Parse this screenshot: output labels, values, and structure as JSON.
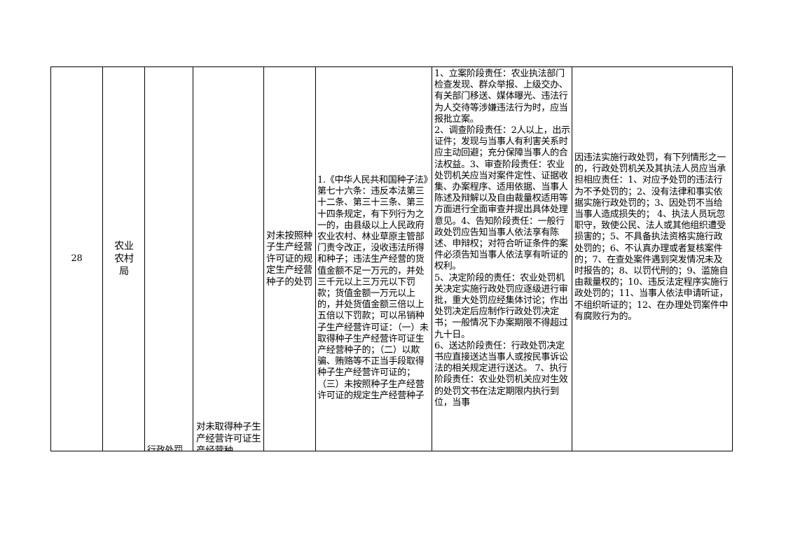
{
  "row": {
    "number": "28",
    "department": "农业农村局",
    "type_fragment": "行政处罚",
    "item_name_fragment": "对未取得种子生产经营许可证生产经营种",
    "sub_item": "对未按照种子生产经营许可证的规定生产经营种子的处罚",
    "basis": "1.《中华人民共和国种子法》第七十六条：违反本法第三十二条、第三十三条、第三十四条规定，有下列行为之一的，由县级以上人民政府农业农村、林业草原主管部门责令改正，没收违法所得和种子；违法生产经营的货值金额不足一万元的，并处三千元以上三万元以下罚款；货值金额一万元以上的，并处货值金额三倍以上五倍以下罚款；可以吊销种子生产经营许可证：（一）未取得种子生产经营许可证生产经营种子的；（二）以欺骗、贿赂等不正当手段取得种子生产经营许可证的；（三）未按照种子生产经营许可证的规定生产经营种子",
    "responsibility": [
      "1、立案阶段责任：农业执法部门检查发现、群众举报、上级交办、有关部门移送、媒体曝光、违法行为人交待等涉嫌违法行为时，应当报批立案。",
      "2、调查阶段责任：2人以上，出示证件；发现与当事人有利害关系时应主动回避；充分保障当事人的合法权益。3、审查阶段责任：农业处罚机关应当对案件定性、证据收集、办案程序、适用依据、当事人陈述及辩解以及自由裁量权适用等方面进行全面审查并提出具体处理意见。4、告知阶段责任：一般行政处罚应告知当事人依法享有陈述、申辩权；对符合听证条件的案件必须告知当事人依法享有听证的权利。",
      "5、决定阶段的责任：农业处罚机关决定实施行政处罚应逐级进行审批，重大处罚应经集体讨论；作出处罚决定后应制作行政处罚决定书；一般情况下办案期限不得超过九十日。",
      "6、送达阶段责任：行政处罚决定书应直接送达当事人或按民事诉讼法的相关规定进行送达。 7、执行阶段责任：农业处罚机关应对生效的处罚文书在法定期限内执行到位，当事"
    ],
    "accountability": "因违法实施行政处罚，有下列情形之一的，行政处罚机关及其执法人员应当承担相应责任：1、对应予处罚的违法行为不予处罚的；2、没有法律和事实依据实施行政处罚的；3、因处罚不当给当事人造成损失的； 4、执法人员玩忽职守，致使公民、法人或其他组织遭受损害的；5、不具备执法资格实施行政处罚的；6、不认真办理或者复核案件的；7、在查处案件遇到突发情况未及时报告的；8、以罚代刑的；9、滥施自由裁量权的；10、违反法定程序实施行政处罚的；11、当事人依法申请听证，不组织听证的；12、在办理处罚案件中有腐败行为的。"
  }
}
